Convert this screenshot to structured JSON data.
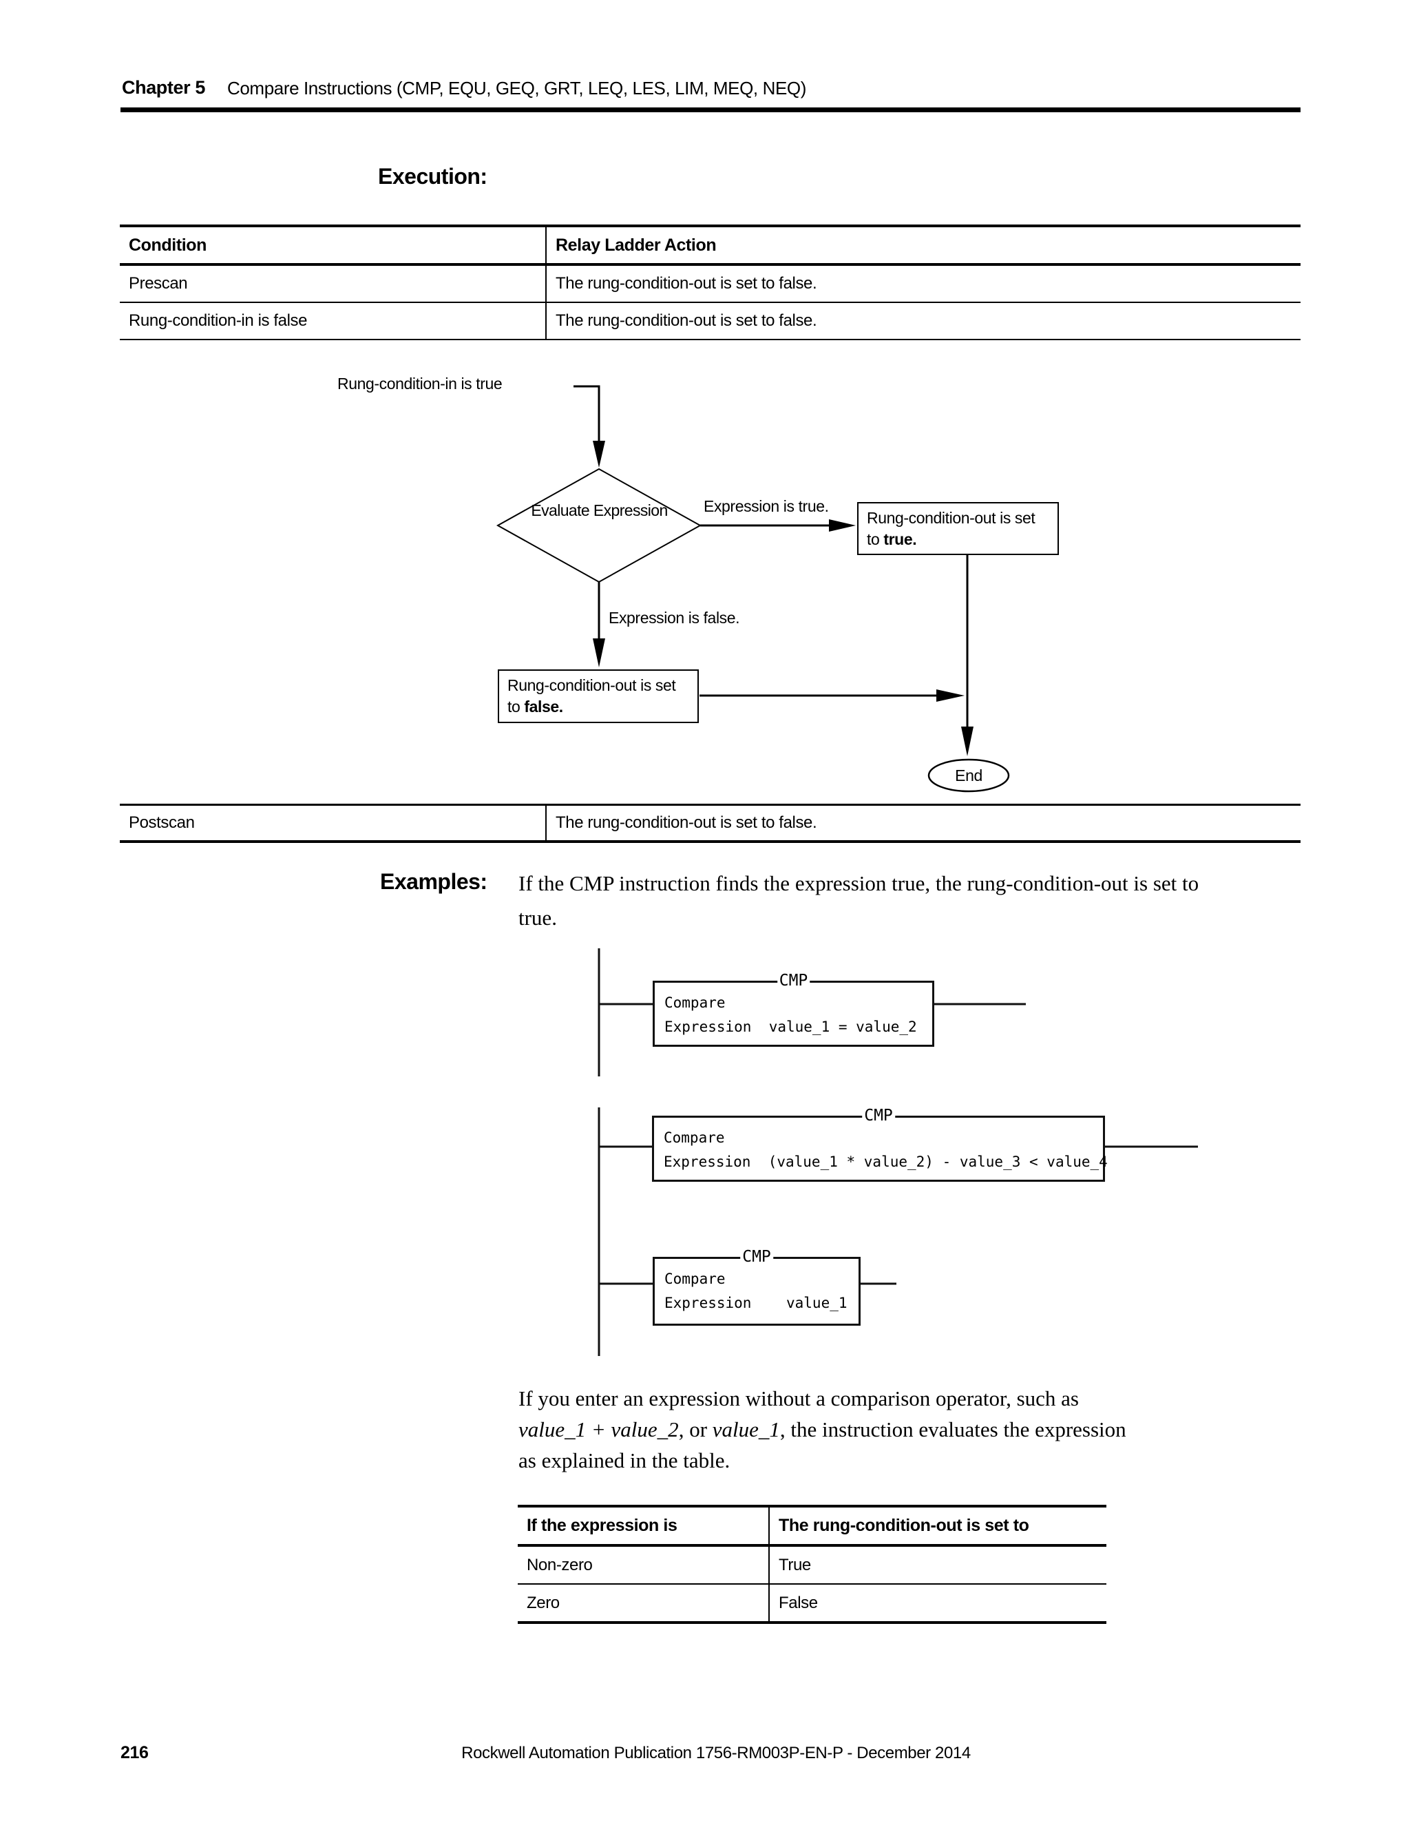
{
  "header": {
    "chapter": "Chapter 5",
    "title": "Compare Instructions (CMP, EQU, GEQ, GRT, LEQ, LES, LIM, MEQ, NEQ)"
  },
  "execution": {
    "heading": "Execution:",
    "table": {
      "headers": [
        "Condition",
        "Relay Ladder Action"
      ],
      "rows": [
        [
          "Prescan",
          "The rung-condition-out is set to false."
        ],
        [
          "Rung-condition-in is false",
          "The rung-condition-out is set to false."
        ]
      ],
      "postscan_row": [
        "Postscan",
        "The rung-condition-out is set to false."
      ]
    },
    "flowchart": {
      "entry_label": "Rung-condition-in is true",
      "decision_label": "Evaluate Expression",
      "true_branch_label": "Expression is true.",
      "false_branch_label": "Expression is false.",
      "true_box_line1": "Rung-condition-out is set",
      "true_box_line2_prefix": "to ",
      "true_box_line2_bold": "true.",
      "false_box_line1": "Rung-condition-out is set",
      "false_box_line2_prefix": "to ",
      "false_box_line2_bold": "false.",
      "end_label": "End"
    }
  },
  "examples": {
    "heading": "Examples:",
    "intro_line1": "If the CMP instruction finds the expression true, the rung-condition-out is set to",
    "intro_line2": "true.",
    "ladders": [
      {
        "title": "CMP",
        "line1": "Compare",
        "line2": "Expression  value_1 = value_2"
      },
      {
        "title": "CMP",
        "line1": "Compare",
        "line2": "Expression  (value_1 * value_2) - value_3 < value_4"
      },
      {
        "title": "CMP",
        "line1": "Compare",
        "line2": "Expression    value_1"
      }
    ],
    "note": {
      "line1": "If you enter an expression without a comparison operator, such as",
      "line2_italic1": "value_1 + value_2",
      "line2_mid": ", or ",
      "line2_italic2": "value_1",
      "line2_rest": ", the instruction evaluates the expression",
      "line3": "as explained in the table."
    }
  },
  "expression_table": {
    "headers": [
      "If the expression is",
      "The rung-condition-out is set to"
    ],
    "rows": [
      [
        "Non-zero",
        "True"
      ],
      [
        "Zero",
        "False"
      ]
    ]
  },
  "footer": {
    "page_number": "216",
    "publication": "Rockwell Automation Publication 1756-RM003P-EN-P - December 2014"
  },
  "colors": {
    "ink": "#000000",
    "paper": "#ffffff"
  }
}
